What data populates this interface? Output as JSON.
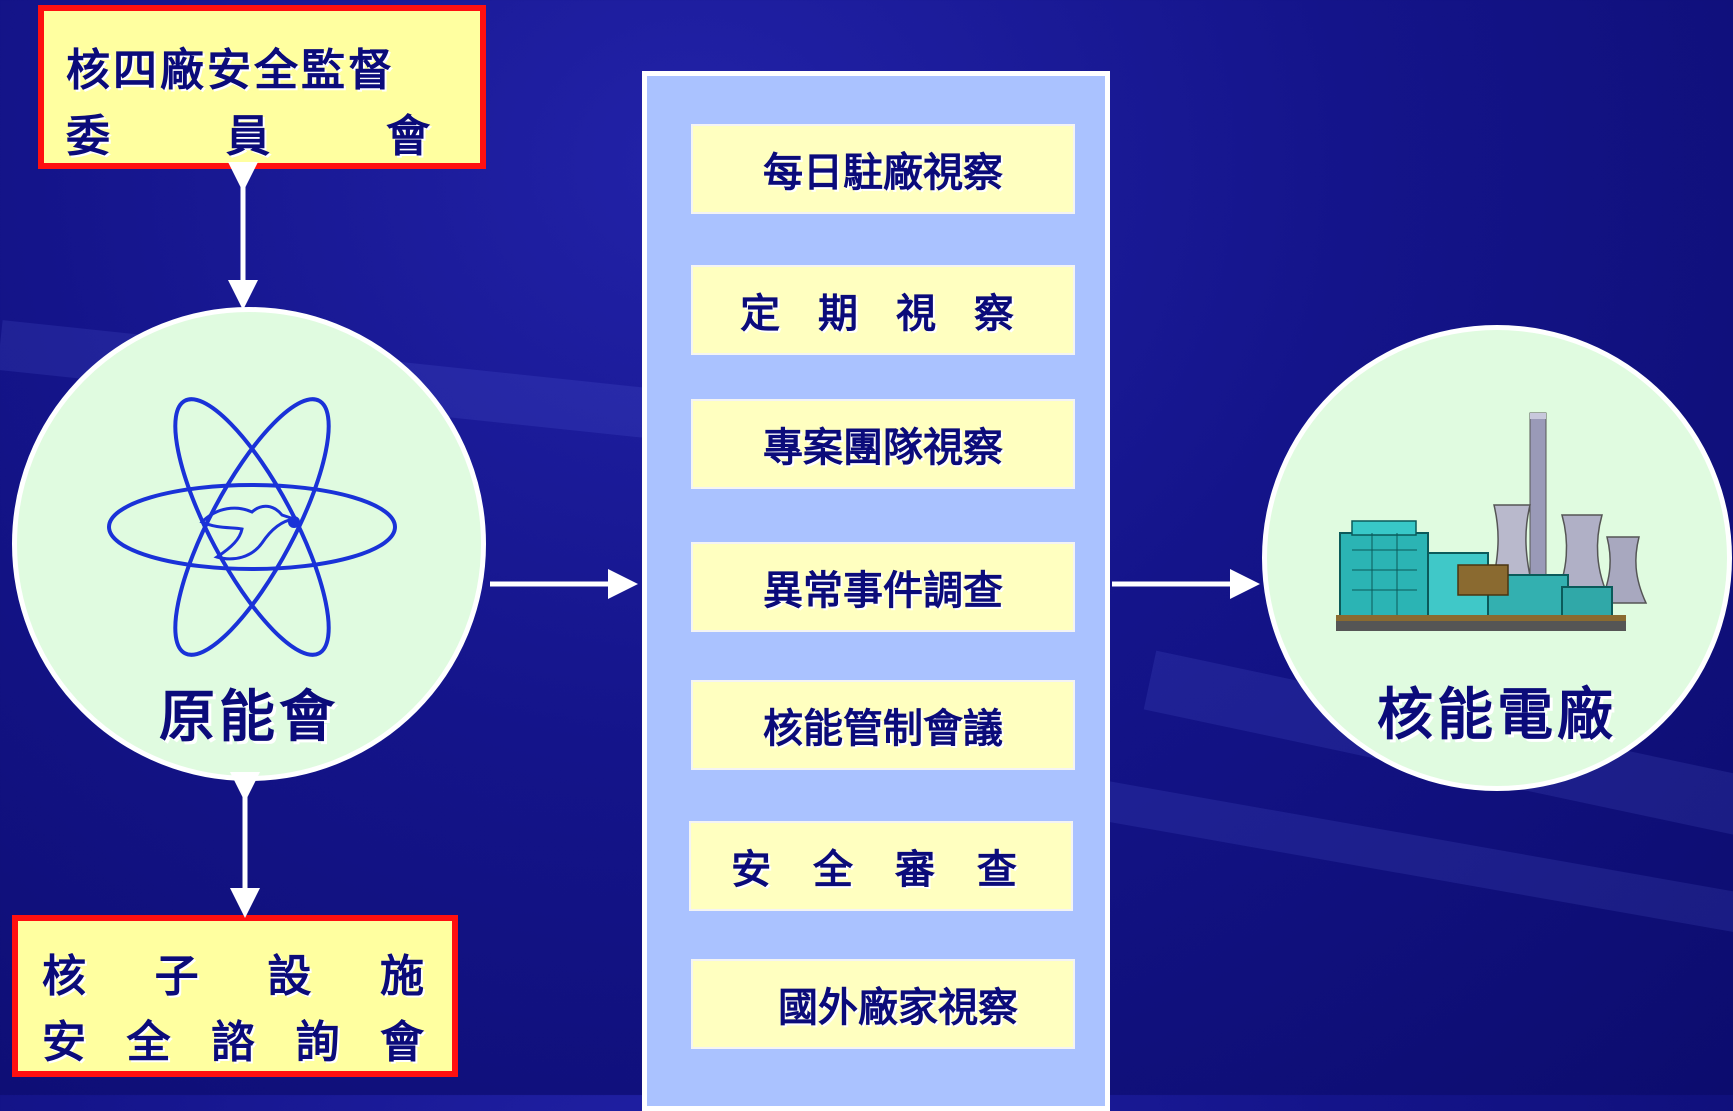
{
  "top_left_box": {
    "line1": "核四廠安全監督",
    "line2": [
      "委",
      "員",
      "會"
    ]
  },
  "bottom_left_box": {
    "line1": [
      "核",
      "子",
      "設",
      "施"
    ],
    "line2": [
      "安",
      "全",
      "諮",
      "詢",
      "會"
    ]
  },
  "left_circle": {
    "label": "原能會",
    "icon": "atomic-council-logo-icon"
  },
  "right_circle": {
    "label": "核能電廠",
    "icon": "nuclear-power-plant-icon"
  },
  "activities": [
    "每日駐廠視察",
    "定 期 視 察",
    "專案團隊視察",
    "異常事件調查",
    "核能管制會議",
    "安 全 審 查",
    "國外廠家視察"
  ],
  "colors": {
    "background": "#14148a",
    "box_fill": "#ffffa0",
    "box_border": "#ff1010",
    "circle_fill": "#e0fbe0",
    "panel_fill": "#aac2ff",
    "text": "#0b0b7a"
  }
}
